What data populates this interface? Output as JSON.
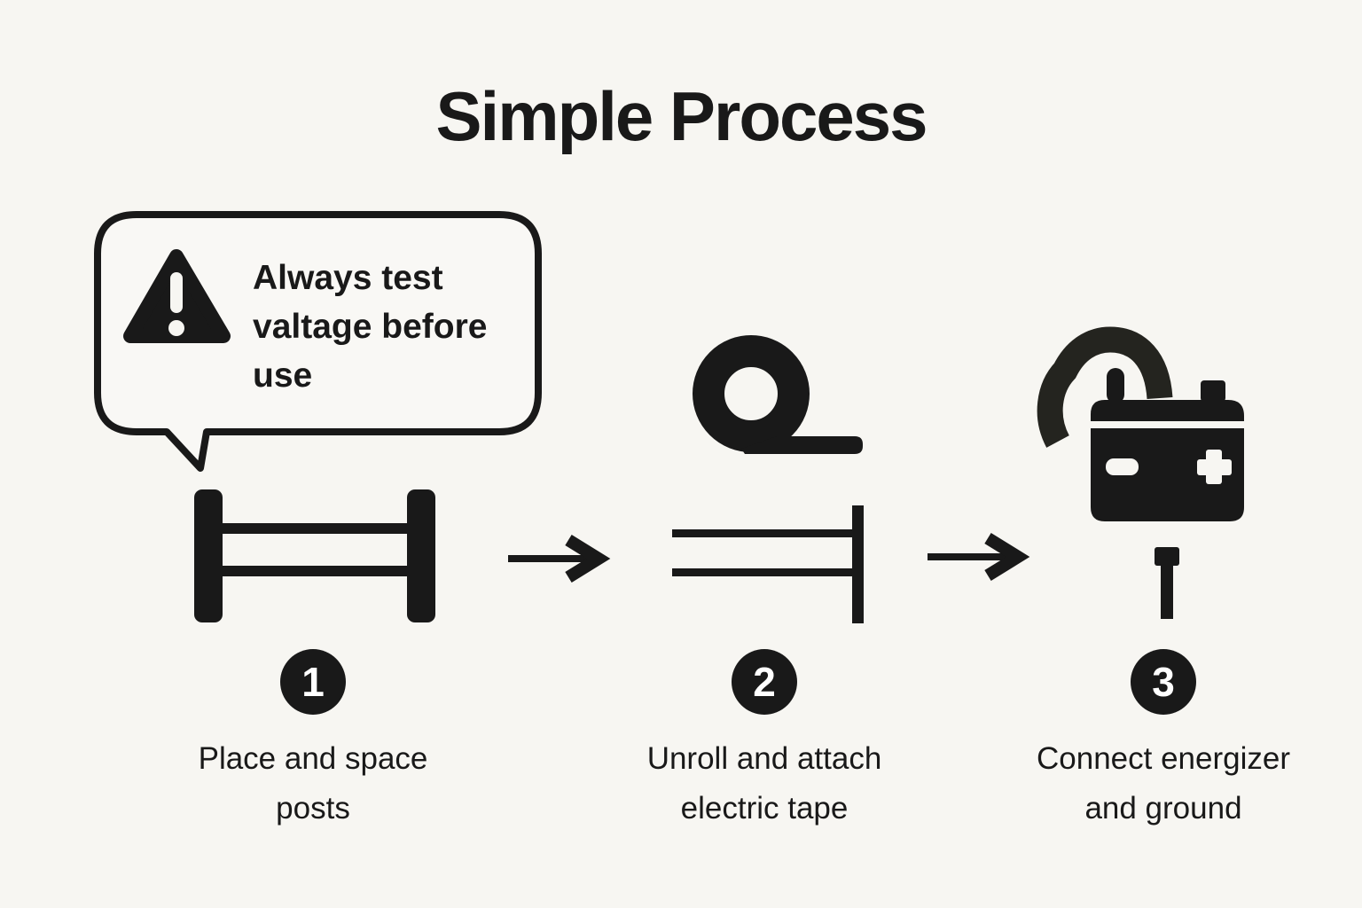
{
  "title": "Simple Process",
  "colors": {
    "background": "#f7f6f2",
    "ink": "#191919",
    "white": "#ffffff"
  },
  "callout": {
    "icon": "warning-triangle-icon",
    "text": "Always test valtage before use",
    "lines": [
      "Always test",
      "valtage before",
      "use"
    ]
  },
  "arrows": [
    {
      "icon": "right-arrow-icon"
    },
    {
      "icon": "right-arrow-icon"
    }
  ],
  "steps": [
    {
      "number": "1",
      "icon": "fence-posts-icon",
      "caption": "Place and space posts",
      "caption_lines": [
        "Place and space",
        "posts"
      ]
    },
    {
      "number": "2",
      "icon": "tape-roll-icon",
      "caption": "Unroll and attach electric tape",
      "caption_lines": [
        "Unroll and attach",
        "electric tape"
      ]
    },
    {
      "number": "3",
      "icon": "battery-energizer-icon",
      "caption": "Connect energizer and ground",
      "caption_lines": [
        "Connect energizer",
        "and ground"
      ]
    }
  ]
}
